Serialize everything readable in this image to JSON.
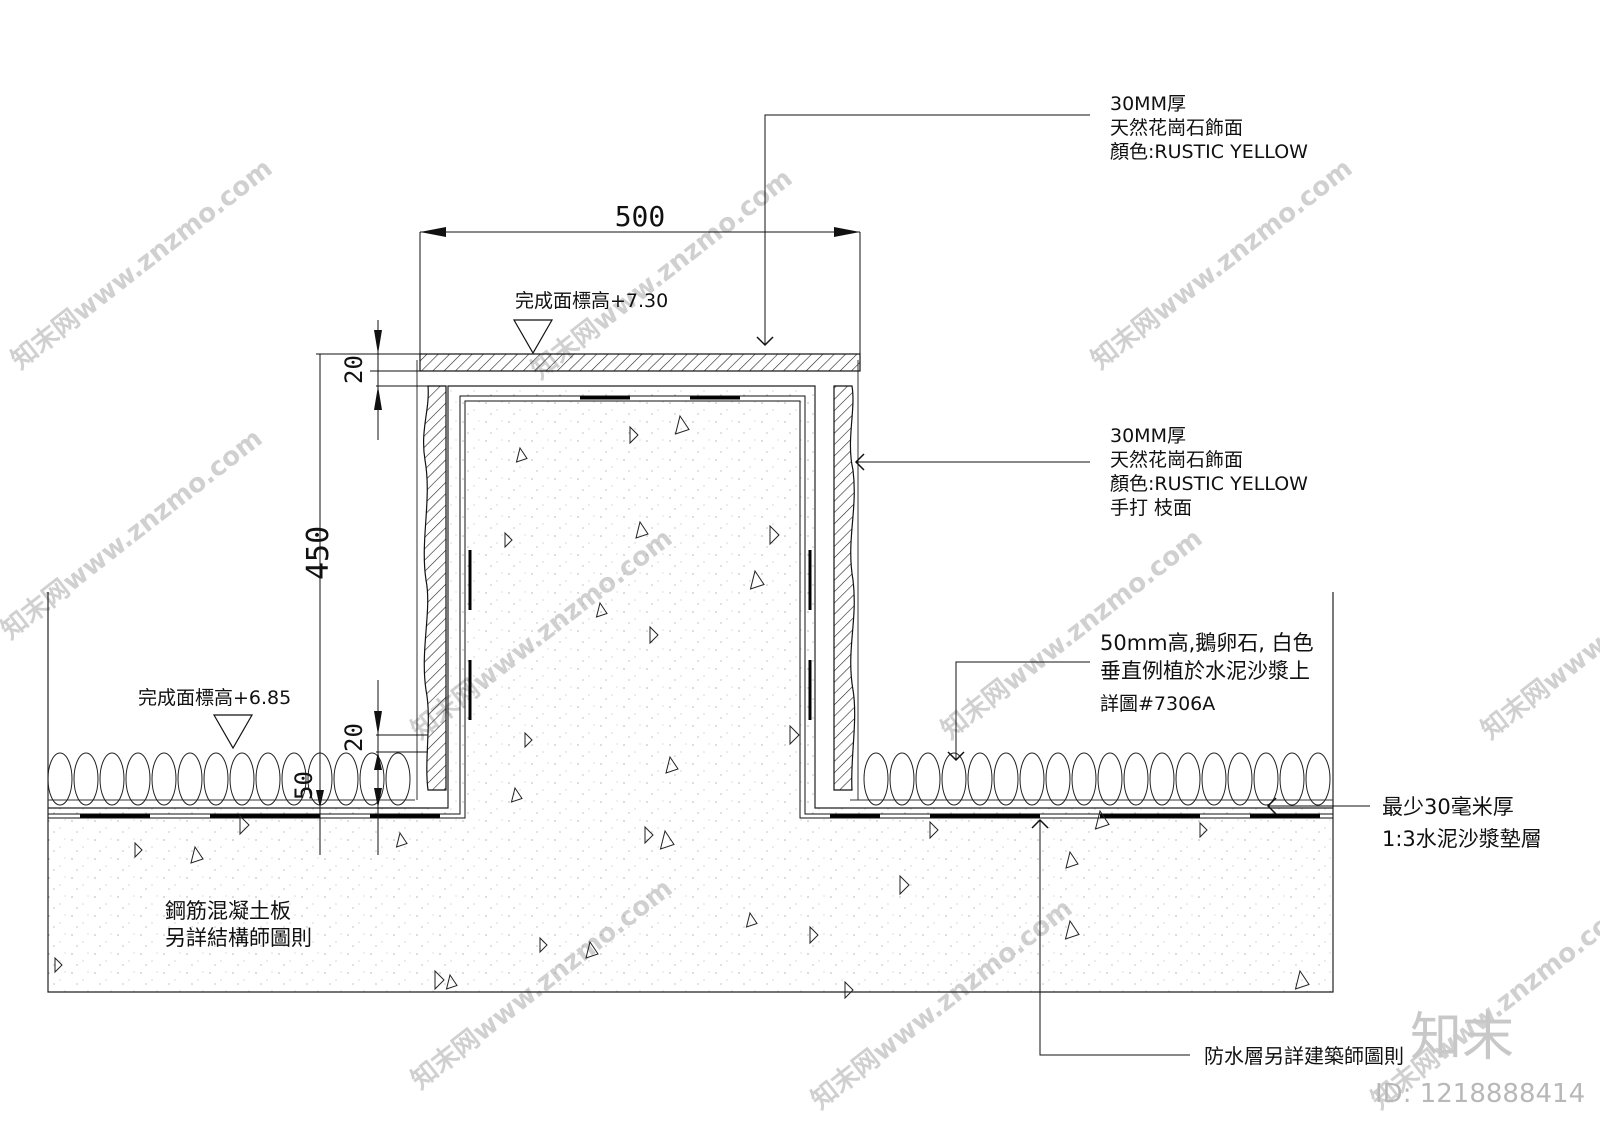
{
  "dimensions": {
    "top_width": "500",
    "top_layer": "20",
    "upright_height": "450",
    "bottom_layer": "20",
    "pebble_height": "50"
  },
  "levels": {
    "top": "完成面標高+7.30",
    "bottom": "完成面標高+6.85"
  },
  "notes": {
    "top_finish": [
      "30MM厚",
      "天然花崗石飾面",
      "顏色:RUSTIC YELLOW"
    ],
    "side_finish": [
      "30MM厚",
      "天然花崗石飾面",
      "顏色:RUSTIC YELLOW",
      "手打 枝面"
    ],
    "pebbles": [
      "50mm高,鵝卵石, 白色",
      "垂直例植於水泥沙漿上",
      "詳圖#7306A"
    ],
    "screed": [
      "最少30毫米厚",
      "1:3水泥沙漿墊層"
    ],
    "slab": [
      "鋼筋混凝土板",
      "另詳結構師圖則"
    ],
    "waterproof": "防水層另詳建築師圖則"
  },
  "watermark": {
    "text": "知末网www.znzmo.com",
    "logo": "知末",
    "id": "ID: 1218888414"
  }
}
